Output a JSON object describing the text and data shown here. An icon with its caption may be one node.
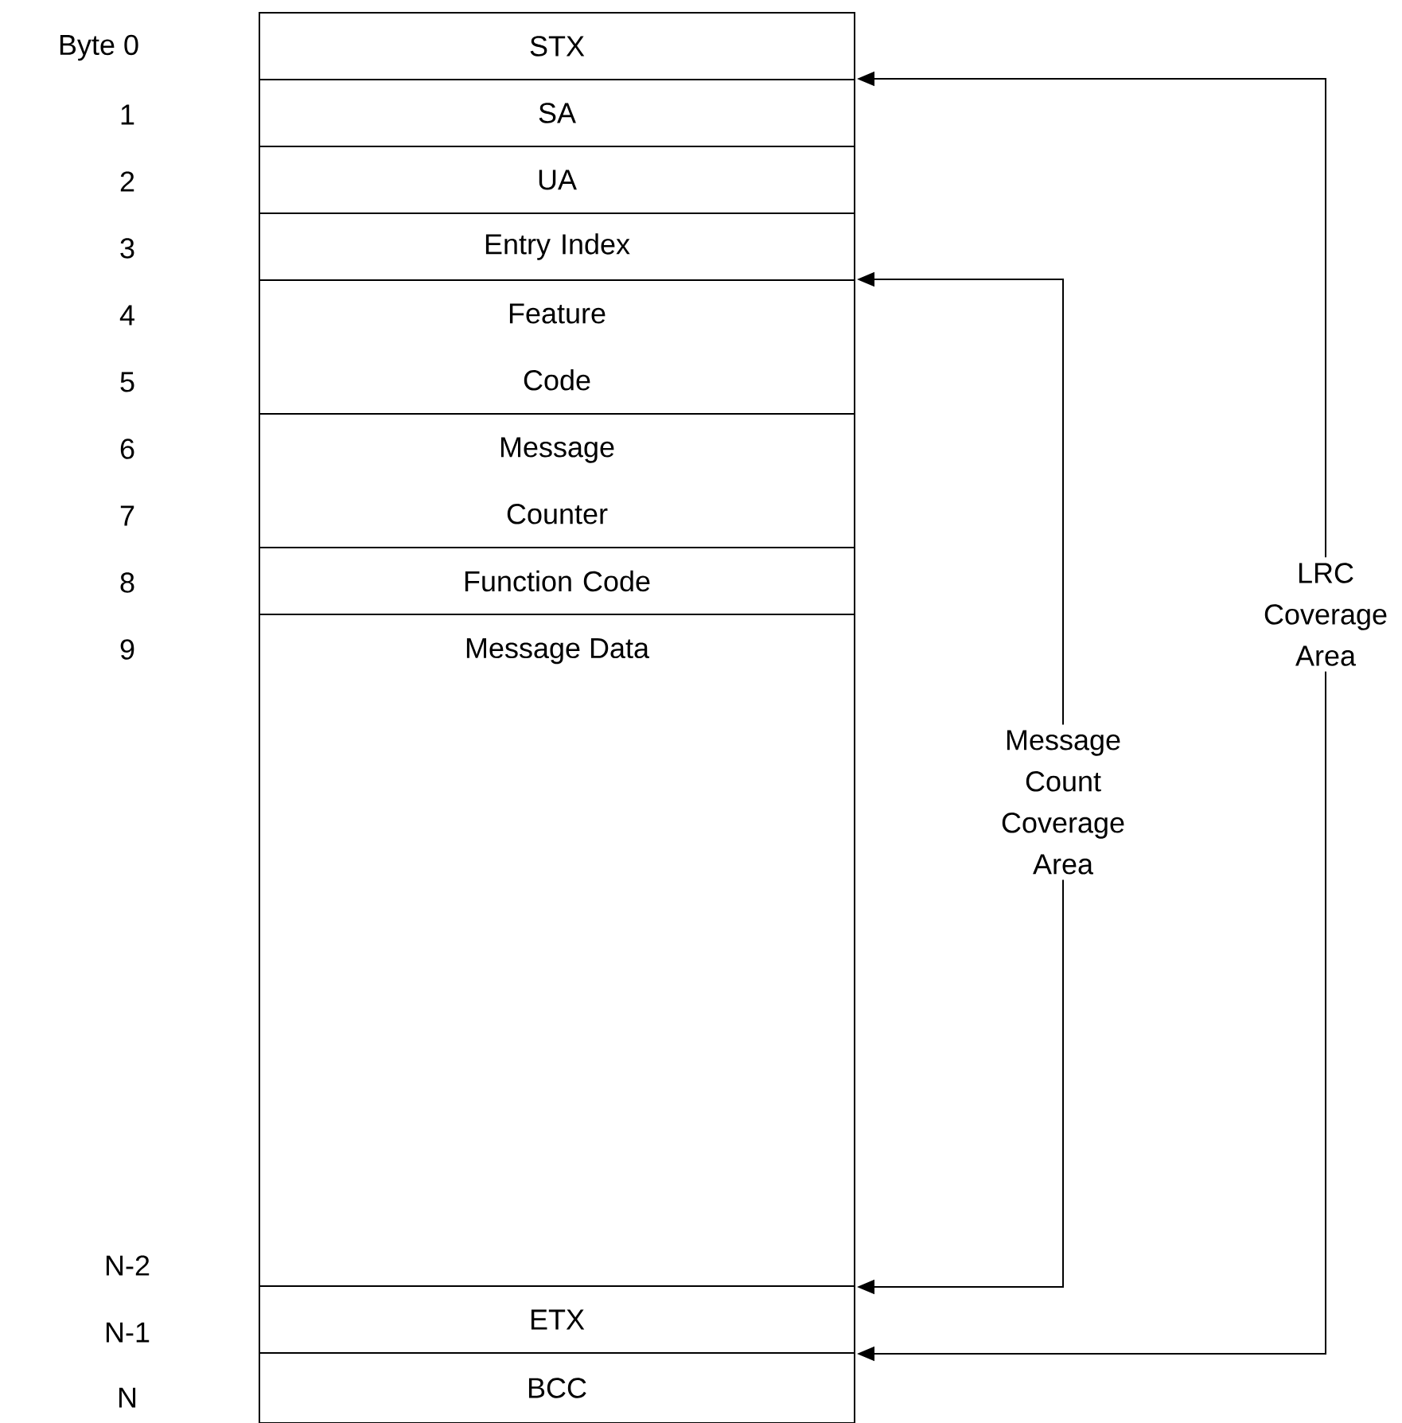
{
  "diagram": {
    "nodes": [
      {
        "text": [
          "STX"
        ]
      },
      {
        "text": [
          "SA"
        ]
      },
      {
        "text": [
          "UA"
        ]
      },
      {
        "text": [
          "Entry Index"
        ]
      },
      {
        "text": [
          "Feature Code"
        ]
      },
      {
        "text": [
          "Message Counter"
        ]
      },
      {
        "text": [
          "Function Code"
        ]
      },
      {
        "text": [
          "Message Data"
        ]
      },
      {
        "text": [
          "ETX"
        ]
      },
      {
        "text": [
          "BCC"
        ]
      },
      {
        "text": [
          "Message Count Coverage Area"
        ]
      },
      {
        "text": [
          "LRC Coverage Area"
        ]
      }
    ],
    "edges": [
      {
        "from": 10,
        "to": 4,
        "arrow": "to"
      },
      {
        "from": 10,
        "to": 7,
        "arrow": "to"
      },
      {
        "from": 11,
        "to": 1,
        "arrow": "to"
      },
      {
        "from": 11,
        "to": 8,
        "arrow": "to"
      }
    ],
    "labels": [
      "Byte 0",
      "1",
      "2",
      "3",
      "4",
      "5",
      "6",
      "7",
      "8",
      "9",
      "N-2",
      "N-1",
      "N"
    ]
  }
}
